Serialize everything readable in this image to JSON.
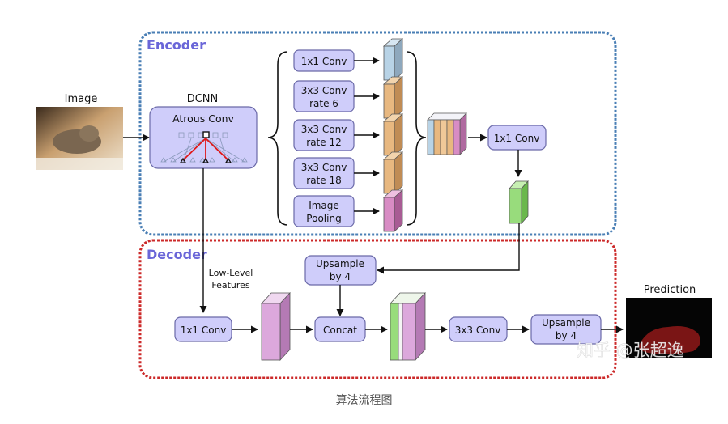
{
  "encoder": {
    "title": "Encoder"
  },
  "decoder": {
    "title": "Decoder"
  },
  "input": {
    "label": "Image"
  },
  "dcnn": {
    "label": "DCNN",
    "inner_label": "Atrous Conv"
  },
  "aspp": [
    {
      "lines": [
        "1x1 Conv"
      ]
    },
    {
      "lines": [
        "3x3 Conv",
        "rate 6"
      ]
    },
    {
      "lines": [
        "3x3 Conv",
        "rate 12"
      ]
    },
    {
      "lines": [
        "3x3 Conv",
        "rate 18"
      ]
    },
    {
      "lines": [
        "Image",
        "Pooling"
      ]
    }
  ],
  "encoder_conv": {
    "label": "1x1 Conv"
  },
  "low_level": {
    "lines": [
      "Low-Level",
      "Features"
    ]
  },
  "decoder_conv": {
    "label": "1x1 Conv"
  },
  "upsample_top": {
    "lines": [
      "Upsample",
      "by 4"
    ]
  },
  "concat": {
    "label": "Concat"
  },
  "conv3x3": {
    "label": "3x3 Conv"
  },
  "upsample_bottom": {
    "lines": [
      "Upsample",
      "by 4"
    ]
  },
  "output": {
    "label": "Prediction"
  },
  "watermark": "知乎 @张超逸",
  "caption": "算法流程图",
  "colors": {
    "encoder_border": "#4a7fb5",
    "decoder_border": "#cc2a2a",
    "title": "#6a66d8",
    "box_fill": "#cfcdfa",
    "box_stroke": "#6a69a8",
    "feat_blue": "#b8d3e6",
    "feat_orange": "#e8b880",
    "feat_pink": "#d88cc4",
    "feat_green": "#98dc7c",
    "feat_violet": "#dca8dc"
  }
}
